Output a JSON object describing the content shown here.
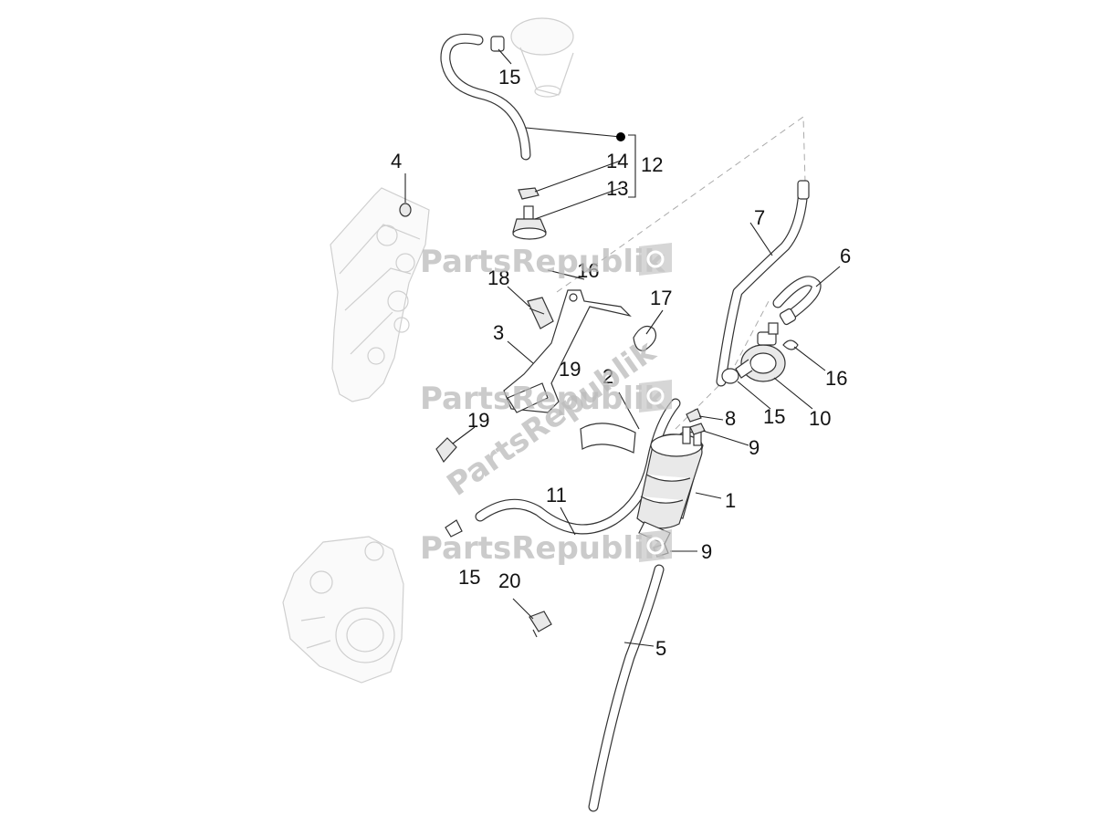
{
  "watermark": {
    "text": "PartsRepublik"
  },
  "labels": {
    "p1": "1",
    "p2": "2",
    "p3": "3",
    "p4": "4",
    "p5": "5",
    "p6": "6",
    "p7": "7",
    "p8": "8",
    "p9a": "9",
    "p9b": "9",
    "p10": "10",
    "p11": "11",
    "p12": "12",
    "p13": "13",
    "p14": "14",
    "p15a": "15",
    "p15b": "15",
    "p15c": "15",
    "p16a": "16",
    "p16b": "16",
    "p17": "17",
    "p18": "18",
    "p19a": "19",
    "p19b": "19",
    "p20": "20"
  },
  "colors": {
    "line": "#222222",
    "watermark": "#b9b9b9",
    "ghost": "#cfcfcf"
  }
}
